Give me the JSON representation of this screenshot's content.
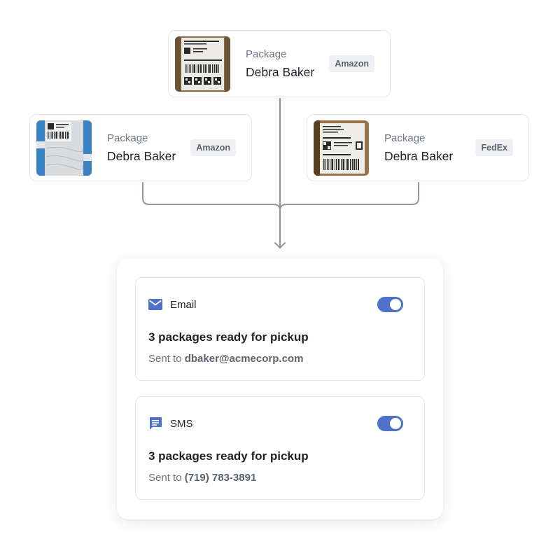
{
  "packages": [
    {
      "kind": "Package",
      "recipient": "Debra Baker",
      "carrier": "Amazon",
      "photo": "package-label-photo"
    },
    {
      "kind": "Package",
      "recipient": "Debra Baker",
      "carrier": "Amazon",
      "photo": "package-label-photo"
    },
    {
      "kind": "Package",
      "recipient": "Debra Baker",
      "carrier": "FedEx",
      "photo": "package-label-photo"
    }
  ],
  "notifications": {
    "email": {
      "icon": "envelope-icon",
      "label": "Email",
      "enabled": true,
      "title": "3 packages ready for pickup",
      "sent_prefix": "Sent to",
      "destination": "dbaker@acmecorp.com"
    },
    "sms": {
      "icon": "chat-bubble-icon",
      "label": "SMS",
      "enabled": true,
      "title": "3 packages ready for pickup",
      "sent_prefix": "Sent to",
      "destination": "(719) 783-3891"
    }
  },
  "colors": {
    "accent": "#4e72c5",
    "connector": "#8e98a3",
    "border": "#e3e6ea",
    "muted_text": "#6b7480",
    "badge_bg": "#eef0f3"
  }
}
